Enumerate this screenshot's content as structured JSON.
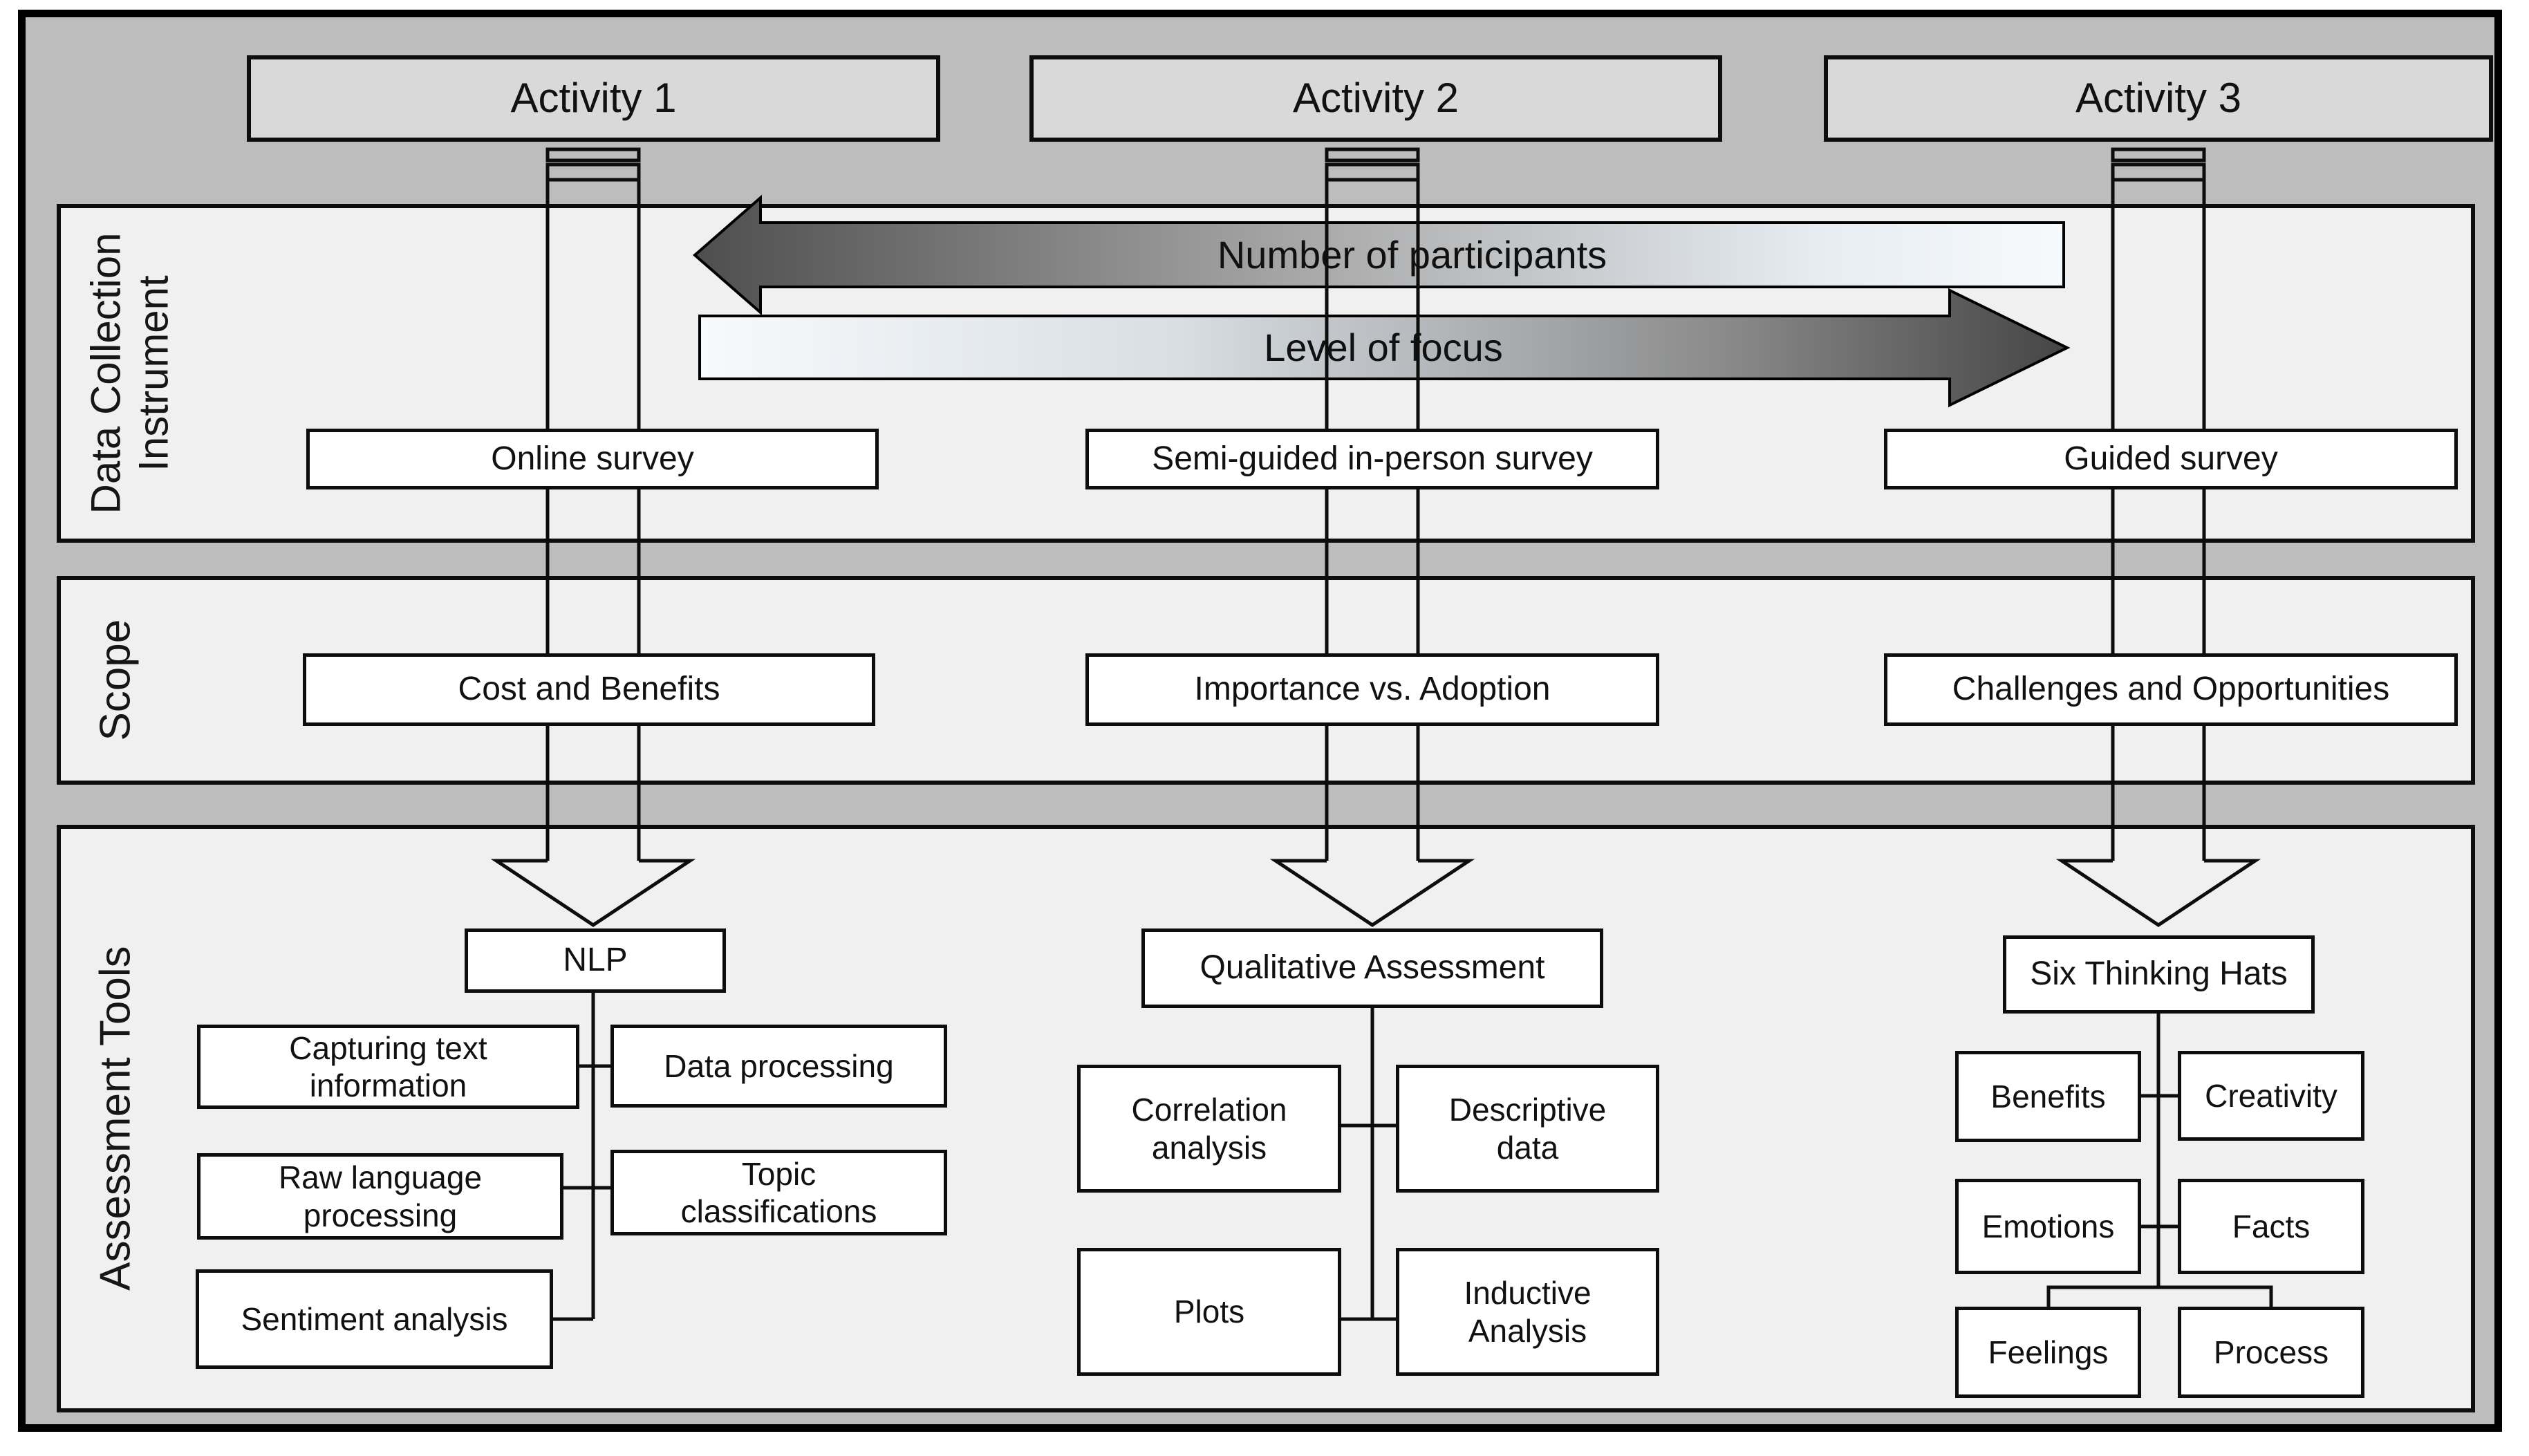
{
  "activities": [
    {
      "label": "Activity 1"
    },
    {
      "label": "Activity 2"
    },
    {
      "label": "Activity 3"
    }
  ],
  "sections": {
    "data_collection": {
      "label_line1": "Data Collection",
      "label_line2": "Instrument",
      "arrows": {
        "participants": "Number of participants",
        "focus": "Level of focus"
      },
      "instruments": [
        "Online survey",
        "Semi-guided in-person survey",
        "Guided survey"
      ]
    },
    "scope": {
      "label": "Scope",
      "items": [
        "Cost and Benefits",
        "Importance vs. Adoption",
        "Challenges and Opportunities"
      ]
    },
    "assessment": {
      "label": "Assessment Tools",
      "columns": [
        {
          "root": "NLP",
          "children": [
            "Capturing text\ninformation",
            "Data processing",
            "Raw language\nprocessing",
            "Topic\nclassifications",
            "Sentiment analysis"
          ]
        },
        {
          "root": "Qualitative Assessment",
          "children": [
            "Correlation\nanalysis",
            "Descriptive\ndata",
            "Plots",
            "Inductive\nAnalysis"
          ]
        },
        {
          "root": "Six Thinking Hats",
          "children": [
            "Benefits",
            "Creativity",
            "Emotions",
            "Facts",
            "Feelings",
            "Process"
          ]
        }
      ]
    }
  },
  "colors": {
    "outer_background": "#bdbdbd",
    "panel_background": "#f0f0f0",
    "activity_fill": "#d9d9d9",
    "box_fill": "#ffffff",
    "line": "#111111",
    "arrow_dark": "#4e4e4e",
    "arrow_light": "#f7fafc"
  }
}
